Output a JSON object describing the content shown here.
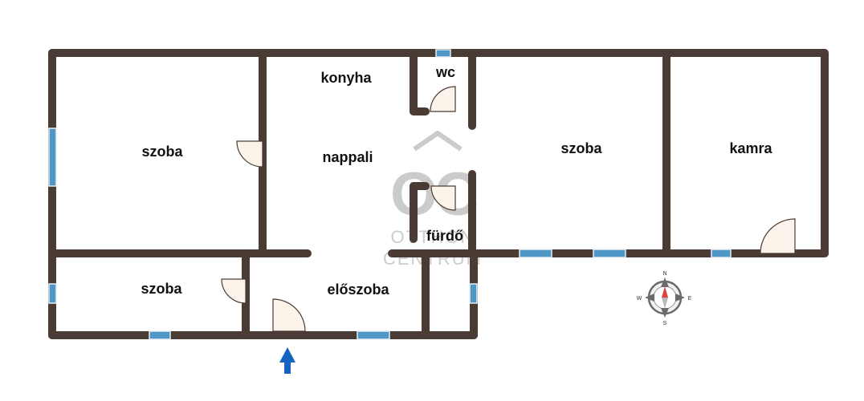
{
  "colors": {
    "wall": "#4a3b34",
    "window": "#4f97c7",
    "door_fill": "#fcf3ea",
    "door_stroke": "#4a3b34",
    "entrance_arrow": "#1565c0",
    "compass_needle": "#e0433b",
    "watermark": "#c9c9c9"
  },
  "rooms": {
    "szoba_left": "szoba",
    "konyha": "konyha",
    "wc": "wc",
    "nappali": "nappali",
    "szoba_right": "szoba",
    "kamra": "kamra",
    "furdo": "fürdő",
    "szoba_bottom": "szoba",
    "eloszoba": "előszoba"
  },
  "compass": {
    "n": "N",
    "s": "S",
    "e": "E",
    "w": "W"
  },
  "watermark": {
    "logo": "OC",
    "line1": "OTTHON",
    "line2": "CENTRUM"
  },
  "icons": {
    "entrance": "entrance-arrow-icon",
    "compass": "compass-rose-icon",
    "door": "door-swing-icon"
  }
}
